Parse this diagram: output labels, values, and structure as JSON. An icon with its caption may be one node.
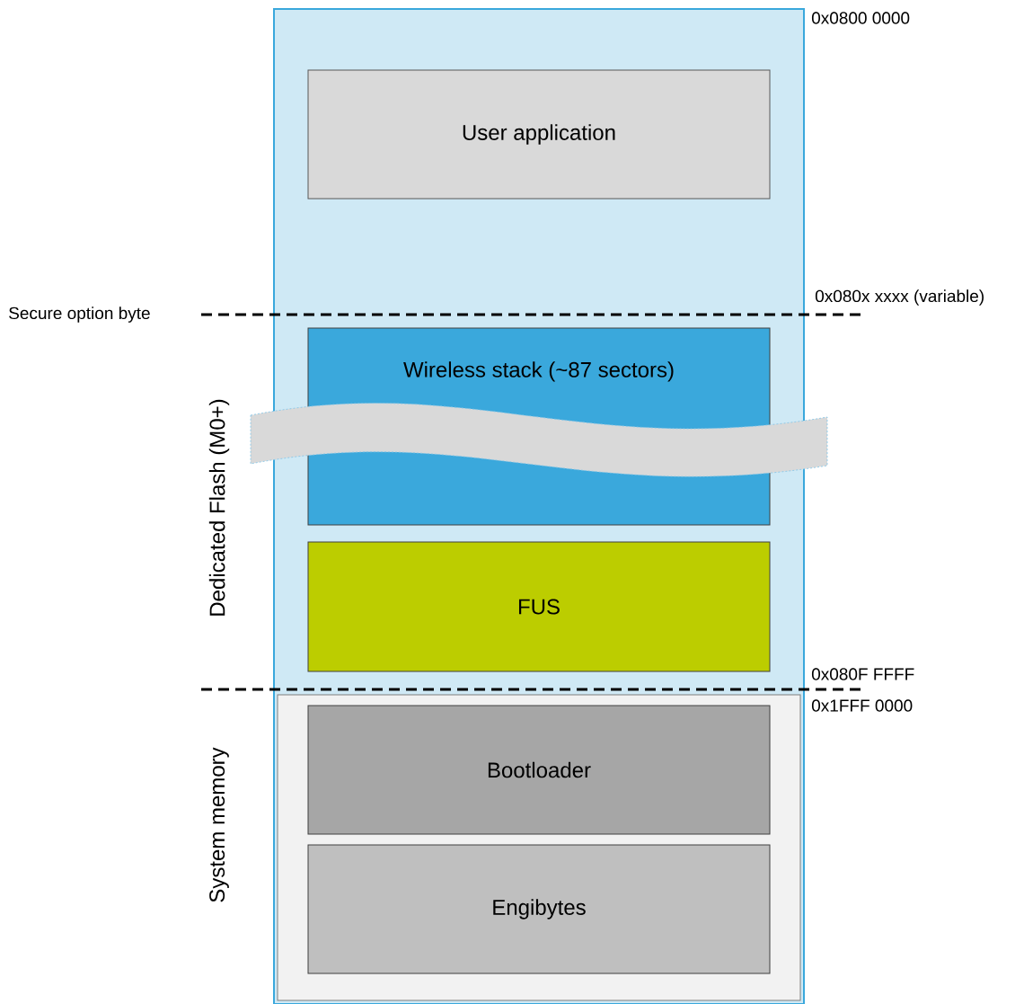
{
  "diagram": {
    "nodes": [
      {
        "text": [
          "Dedicated Flash (M0+)"
        ]
      },
      {
        "text": [
          "User application"
        ],
        "in": 0
      },
      {
        "text": [
          "Wireless stack (~87 sectors)"
        ],
        "in": 0
      },
      {
        "text": [
          "FUS"
        ],
        "in": 0
      },
      {
        "text": [
          "System memory"
        ],
        "in": 0
      },
      {
        "text": [
          "Bootloader"
        ],
        "in": 4
      },
      {
        "text": [
          "Engibytes"
        ],
        "in": 4
      }
    ],
    "labels": [
      "0x0800 0000",
      "0x080x xxxx (variable)",
      "Secure option byte",
      "0x080F FFFF",
      "0x1FFF 0000"
    ]
  }
}
